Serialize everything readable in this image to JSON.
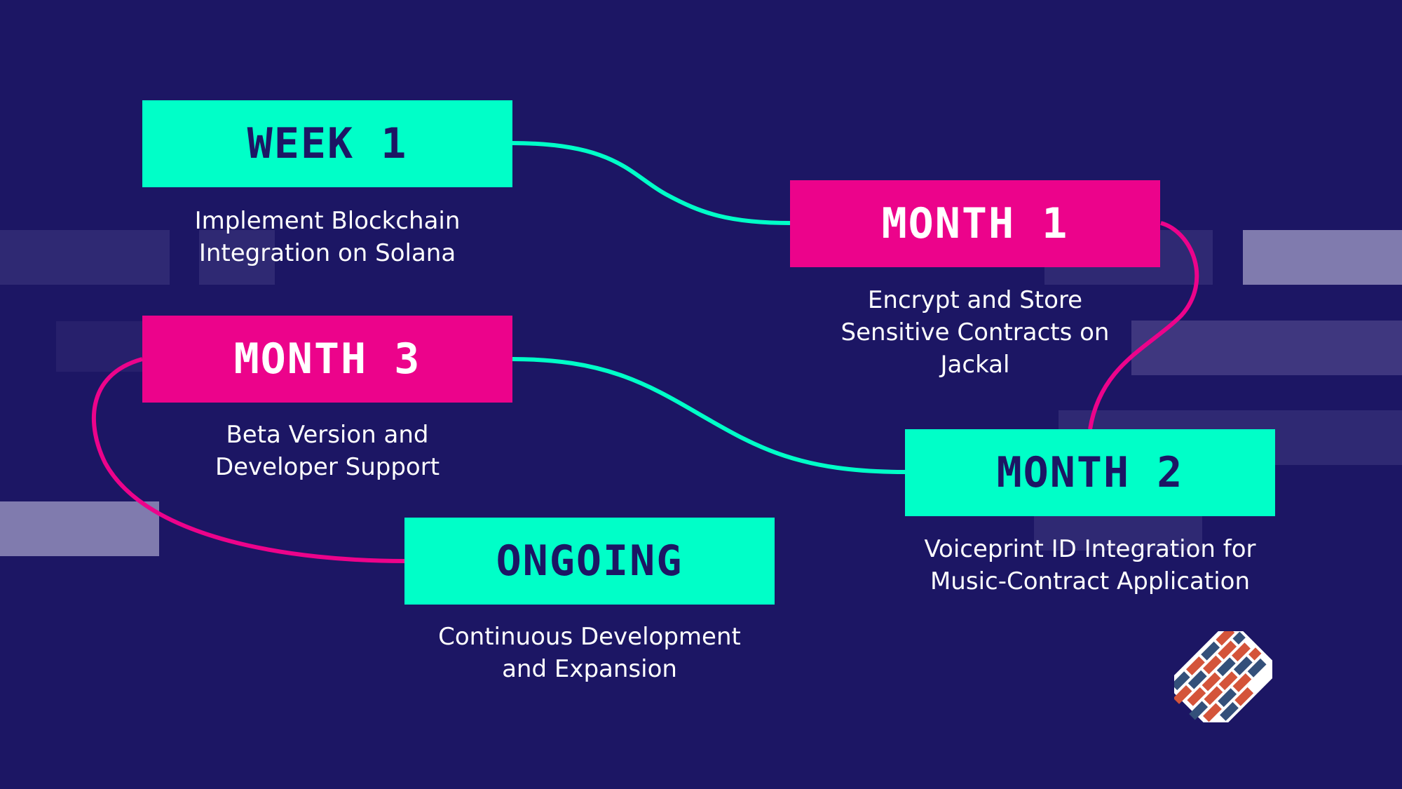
{
  "colors": {
    "background": "#1c1664",
    "teal": "#00ffc8",
    "magenta": "#ec038b",
    "dark_text": "#1c1664",
    "light_text": "#ffffff"
  },
  "milestones": [
    {
      "label": "WEEK 1",
      "description": "Implement Blockchain Integration on Solana",
      "color": "teal"
    },
    {
      "label": "MONTH 1",
      "description": "Encrypt and Store Sensitive Contracts on Jackal",
      "color": "magenta"
    },
    {
      "label": "MONTH 2",
      "description": "Voiceprint ID Integration for Music-Contract Application",
      "color": "teal"
    },
    {
      "label": "MONTH 3",
      "description": "Beta Version and Developer Support",
      "color": "magenta"
    },
    {
      "label": "ONGOING",
      "description": "Continuous Development and Expansion",
      "color": "teal"
    }
  ],
  "logo": {
    "icon": "brick-wall-icon"
  }
}
